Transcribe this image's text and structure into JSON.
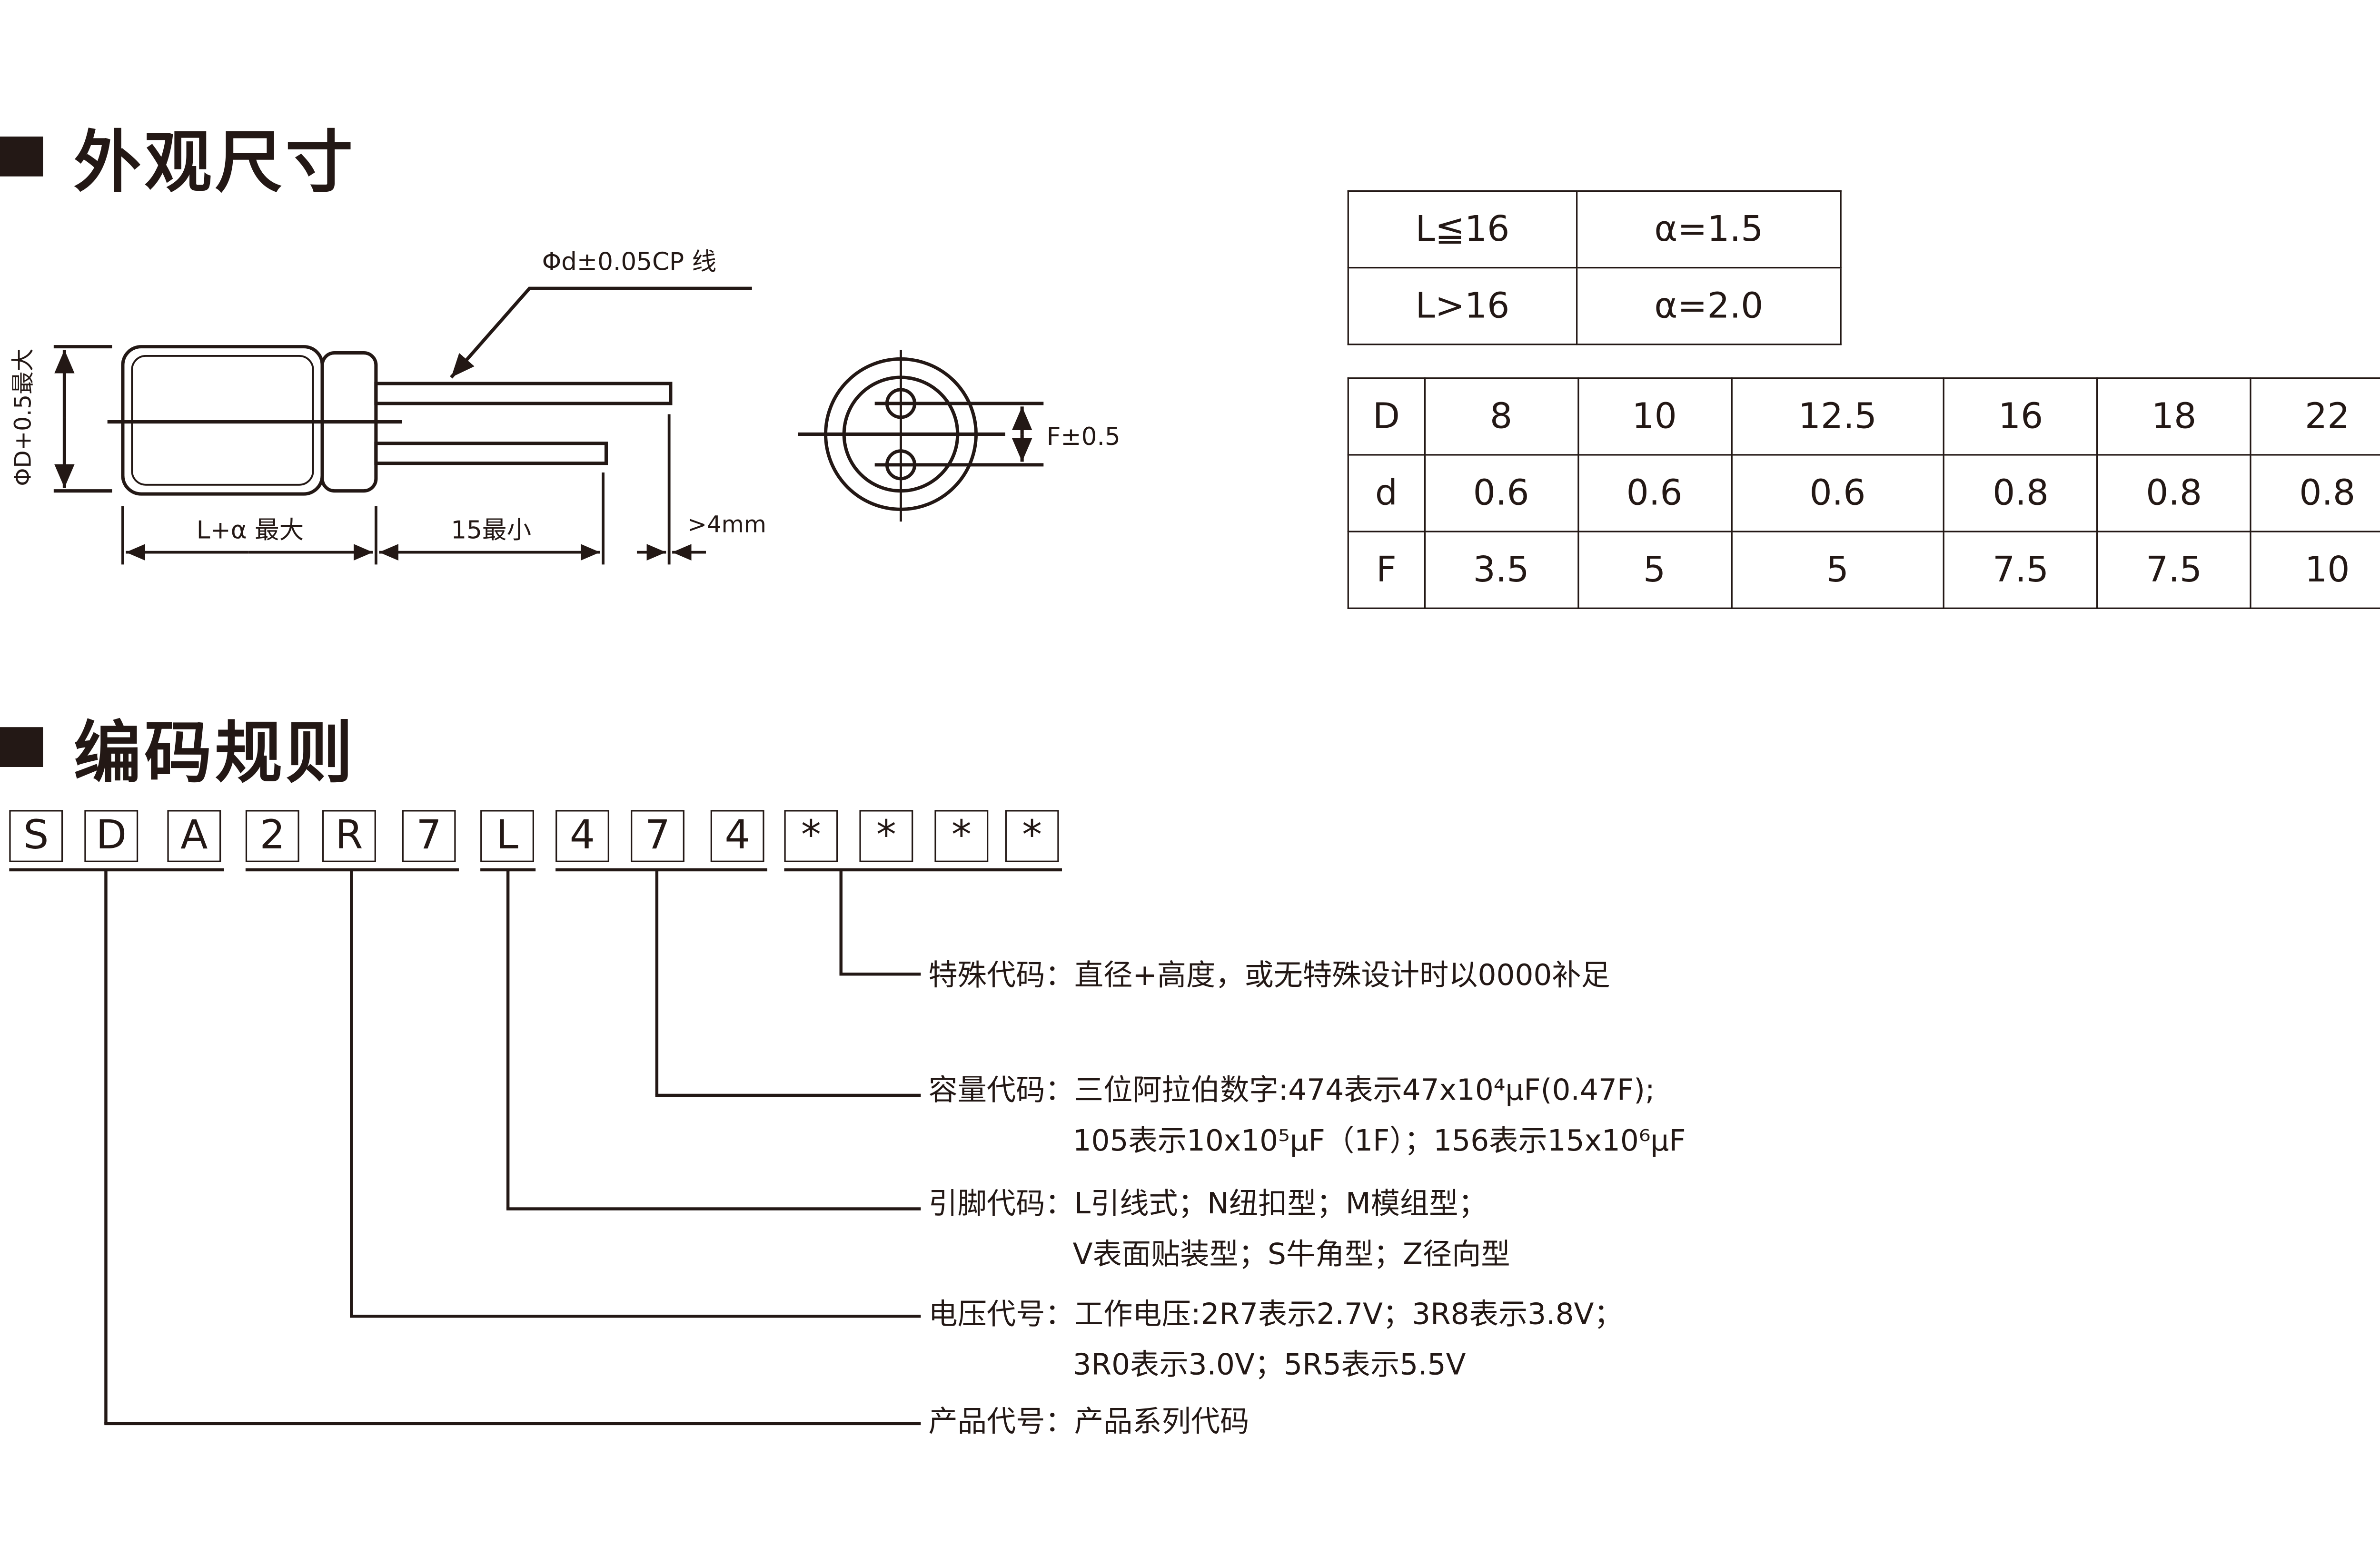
{
  "sections": {
    "dimensions_title": "外观尺寸",
    "coding_title": "编码规则"
  },
  "diagram": {
    "lead_label": "Φd±0.05CP 线",
    "diameter_label": "ΦD+0.5最大",
    "length_label": "L+α 最大",
    "lead_length_label": "15最小",
    "gap_label": ">4mm",
    "pitch_label": "F±0.5"
  },
  "alpha_table": [
    [
      "L≦16",
      "α=1.5"
    ],
    [
      "L>16",
      "α=2.0"
    ]
  ],
  "dim_table": [
    [
      "D",
      "8",
      "10",
      "12.5",
      "16",
      "18",
      "22"
    ],
    [
      "d",
      "0.6",
      "0.6",
      "0.6",
      "0.8",
      "0.8",
      "0.8"
    ],
    [
      "F",
      "3.5",
      "5",
      "5",
      "7.5",
      "7.5",
      "10"
    ]
  ],
  "code_chars": [
    "S",
    "D",
    "A",
    "2",
    "R",
    "7",
    "L",
    "4",
    "7",
    "4",
    "*",
    "*",
    "*",
    "*"
  ],
  "code_desc": {
    "special": {
      "label": "特殊代码：",
      "text": "直径+高度，或无特殊设计时以0000补足"
    },
    "capacity": {
      "label": "容量代码：",
      "text": "三位阿拉伯数字:474表示47x10⁴μF(0.47F);",
      "text2": "105表示10x10⁵μF（1F）；156表示15x10⁶μF"
    },
    "lead": {
      "label": "引脚代码：",
      "text": "L引线式；N纽扣型；M模组型；",
      "text2": "V表面贴装型；S牛角型；Z径向型"
    },
    "voltage": {
      "label": "电压代号：",
      "text": "工作电压:2R7表示2.7V；3R8表示3.8V；",
      "text2": "3R0表示3.0V；5R5表示5.5V"
    },
    "product": {
      "label": "产品代号：",
      "text": "产品系列代码"
    }
  }
}
